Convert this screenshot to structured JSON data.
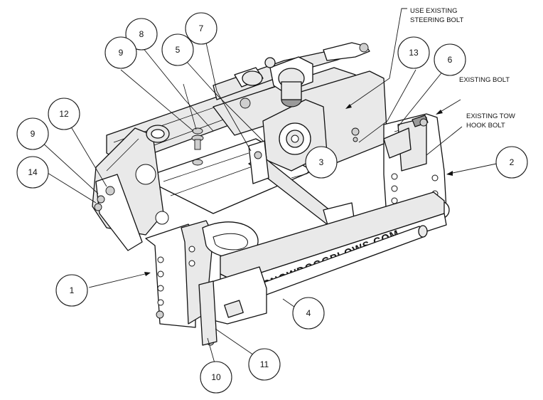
{
  "callouts": {
    "c1": "1",
    "c2": "2",
    "c3": "3",
    "c4": "4",
    "c5": "5",
    "c6": "6",
    "c7": "7",
    "c8": "8",
    "c9a": "9",
    "c9b": "9",
    "c10": "10",
    "c11": "11",
    "c12": "12",
    "c13": "13",
    "c14": "14"
  },
  "notes": {
    "steering_line1": "USE EXISTING",
    "steering_line2": "STEERING BOLT",
    "existing_bolt": "EXISTING BOLT",
    "tow_hook_line1": "EXISTING TOW",
    "tow_hook_line2": "HOOK BOLT"
  },
  "brand_text": "SNOWDOGGPLOWS.COM"
}
